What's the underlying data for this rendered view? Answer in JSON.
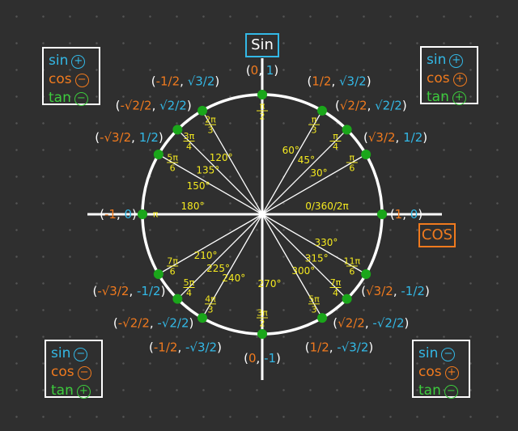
{
  "axes": {
    "y_label": "Sin",
    "x_label": "COS"
  },
  "colors": {
    "background": "#2f2f2f",
    "line": "#ffffff",
    "sin": "#33b8e6",
    "cos": "#f07a1e",
    "tan": "#3dcc3d",
    "angle_text": "#f5ea1f",
    "point": "#1aa61a",
    "coord": "#ffffff"
  },
  "quadrants": [
    {
      "id": "q2",
      "rows": [
        {
          "fn": "sin",
          "label": "sin",
          "sign": "+"
        },
        {
          "fn": "cos",
          "label": "cos",
          "sign": "−"
        },
        {
          "fn": "tan",
          "label": "tan",
          "sign": "−"
        }
      ]
    },
    {
      "id": "q1",
      "rows": [
        {
          "fn": "sin",
          "label": "sin",
          "sign": "+"
        },
        {
          "fn": "cos",
          "label": "cos",
          "sign": "+"
        },
        {
          "fn": "tan",
          "label": "tan",
          "sign": "+"
        }
      ]
    },
    {
      "id": "q3",
      "rows": [
        {
          "fn": "sin",
          "label": "sin",
          "sign": "−"
        },
        {
          "fn": "cos",
          "label": "cos",
          "sign": "−"
        },
        {
          "fn": "tan",
          "label": "tan",
          "sign": "+"
        }
      ]
    },
    {
      "id": "q4",
      "rows": [
        {
          "fn": "sin",
          "label": "sin",
          "sign": "−"
        },
        {
          "fn": "cos",
          "label": "cos",
          "sign": "+"
        },
        {
          "fn": "tan",
          "label": "tan",
          "sign": "−"
        }
      ]
    }
  ],
  "angles": [
    {
      "deg": 0,
      "degree_label": "0/360/2π",
      "radian": {
        "num": "",
        "den": ""
      },
      "point": {
        "x": "1",
        "y": "0"
      }
    },
    {
      "deg": 30,
      "degree_label": "30°",
      "radian": {
        "num": "π",
        "den": "6"
      },
      "point": {
        "x": "√3/2",
        "y": "1/2"
      }
    },
    {
      "deg": 45,
      "degree_label": "45°",
      "radian": {
        "num": "π",
        "den": "4"
      },
      "point": {
        "x": "√2/2",
        "y": "√2/2"
      }
    },
    {
      "deg": 60,
      "degree_label": "60°",
      "radian": {
        "num": "π",
        "den": "3"
      },
      "point": {
        "x": "1/2",
        "y": "√3/2"
      }
    },
    {
      "deg": 90,
      "degree_label": "",
      "radian": {
        "num": "π",
        "den": "2"
      },
      "point": {
        "x": "0",
        "y": "1"
      }
    },
    {
      "deg": 120,
      "degree_label": "120°",
      "radian": {
        "num": "2π",
        "den": "3"
      },
      "point": {
        "x": "-1/2",
        "y": "√3/2"
      }
    },
    {
      "deg": 135,
      "degree_label": "135°",
      "radian": {
        "num": "3π",
        "den": "4"
      },
      "point": {
        "x": "-√2/2",
        "y": "√2/2"
      }
    },
    {
      "deg": 150,
      "degree_label": "150°",
      "radian": {
        "num": "5π",
        "den": "6"
      },
      "point": {
        "x": "-√3/2",
        "y": "1/2"
      }
    },
    {
      "deg": 180,
      "degree_label": "180°",
      "radian": {
        "num": "π",
        "den": ""
      },
      "point": {
        "x": "-1",
        "y": "0"
      }
    },
    {
      "deg": 210,
      "degree_label": "210°",
      "radian": {
        "num": "7π",
        "den": "6"
      },
      "point": {
        "x": "-√3/2",
        "y": "-1/2"
      }
    },
    {
      "deg": 225,
      "degree_label": "225°",
      "radian": {
        "num": "5π",
        "den": "4"
      },
      "point": {
        "x": "-√2/2",
        "y": "-√2/2"
      }
    },
    {
      "deg": 240,
      "degree_label": "240°",
      "radian": {
        "num": "4π",
        "den": "3"
      },
      "point": {
        "x": "-1/2",
        "y": "-√3/2"
      }
    },
    {
      "deg": 270,
      "degree_label": "270°",
      "radian": {
        "num": "3π",
        "den": "2"
      },
      "point": {
        "x": "0",
        "y": "-1"
      }
    },
    {
      "deg": 300,
      "degree_label": "300°",
      "radian": {
        "num": "5π",
        "den": "3"
      },
      "point": {
        "x": "1/2",
        "y": "-√3/2"
      }
    },
    {
      "deg": 315,
      "degree_label": "315°",
      "radian": {
        "num": "7π",
        "den": "4"
      },
      "point": {
        "x": "√2/2",
        "y": "-√2/2"
      }
    },
    {
      "deg": 330,
      "degree_label": "330°",
      "radian": {
        "num": "11π",
        "den": "6"
      },
      "point": {
        "x": "√3/2",
        "y": "-1/2"
      }
    }
  ]
}
